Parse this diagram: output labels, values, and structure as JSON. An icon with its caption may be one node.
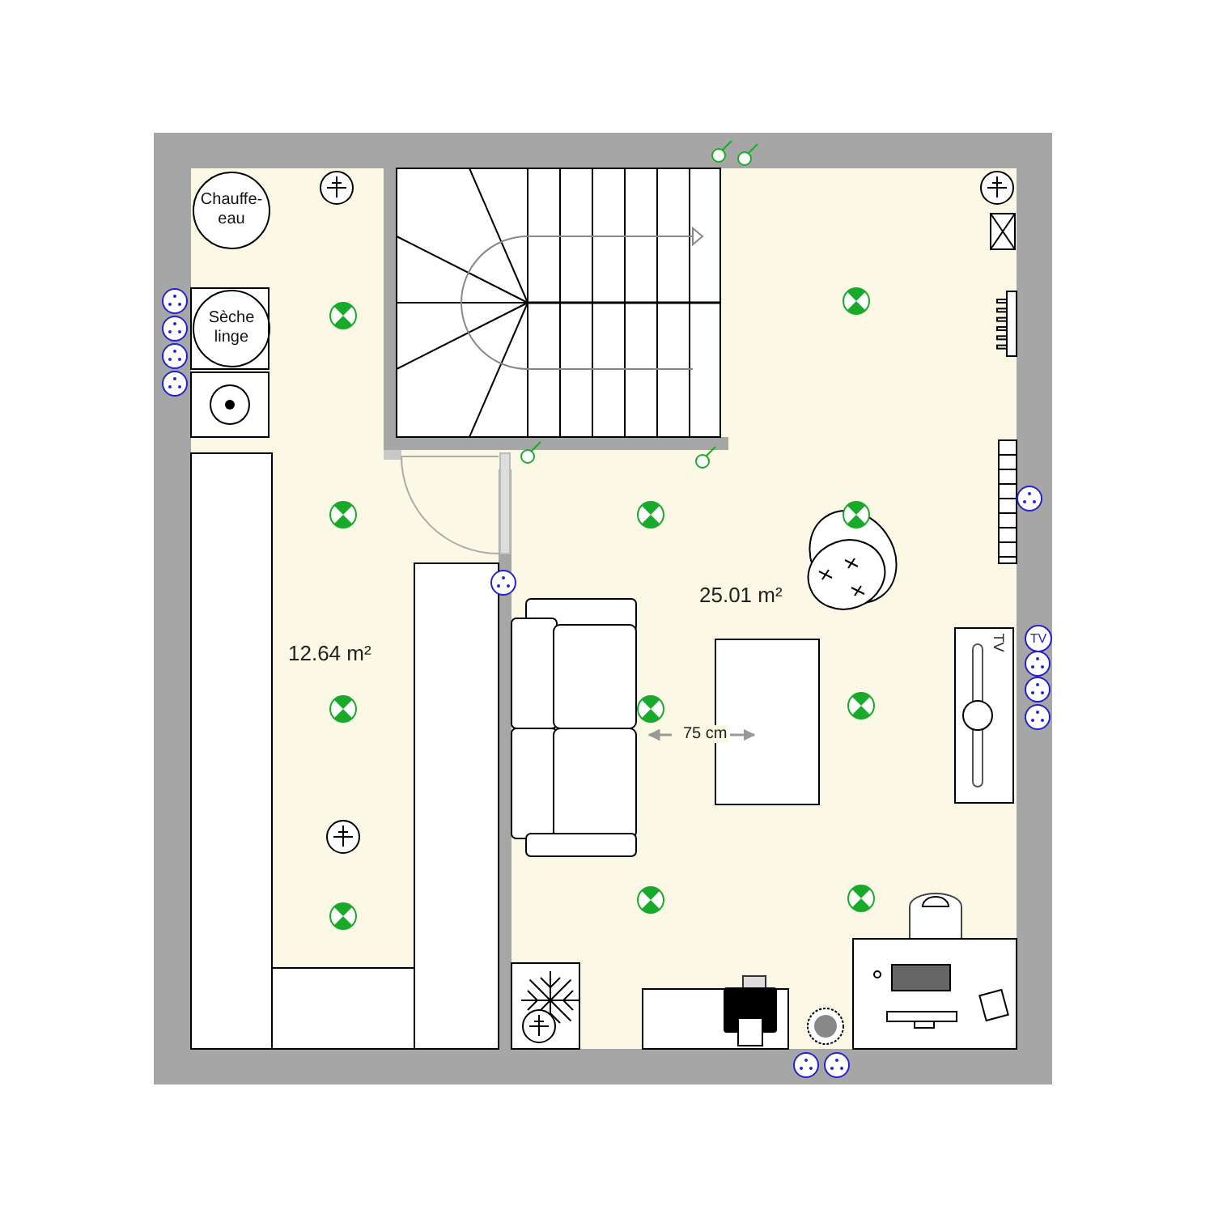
{
  "diagram": {
    "nodes": [
      {
        "text": [
          "Chauffe-eau"
        ]
      },
      {
        "text": [
          "Sèche linge"
        ]
      }
    ],
    "labels": [
      "25.01 m²",
      "TV",
      "TV",
      "12.64 m²",
      "75 cm"
    ]
  }
}
